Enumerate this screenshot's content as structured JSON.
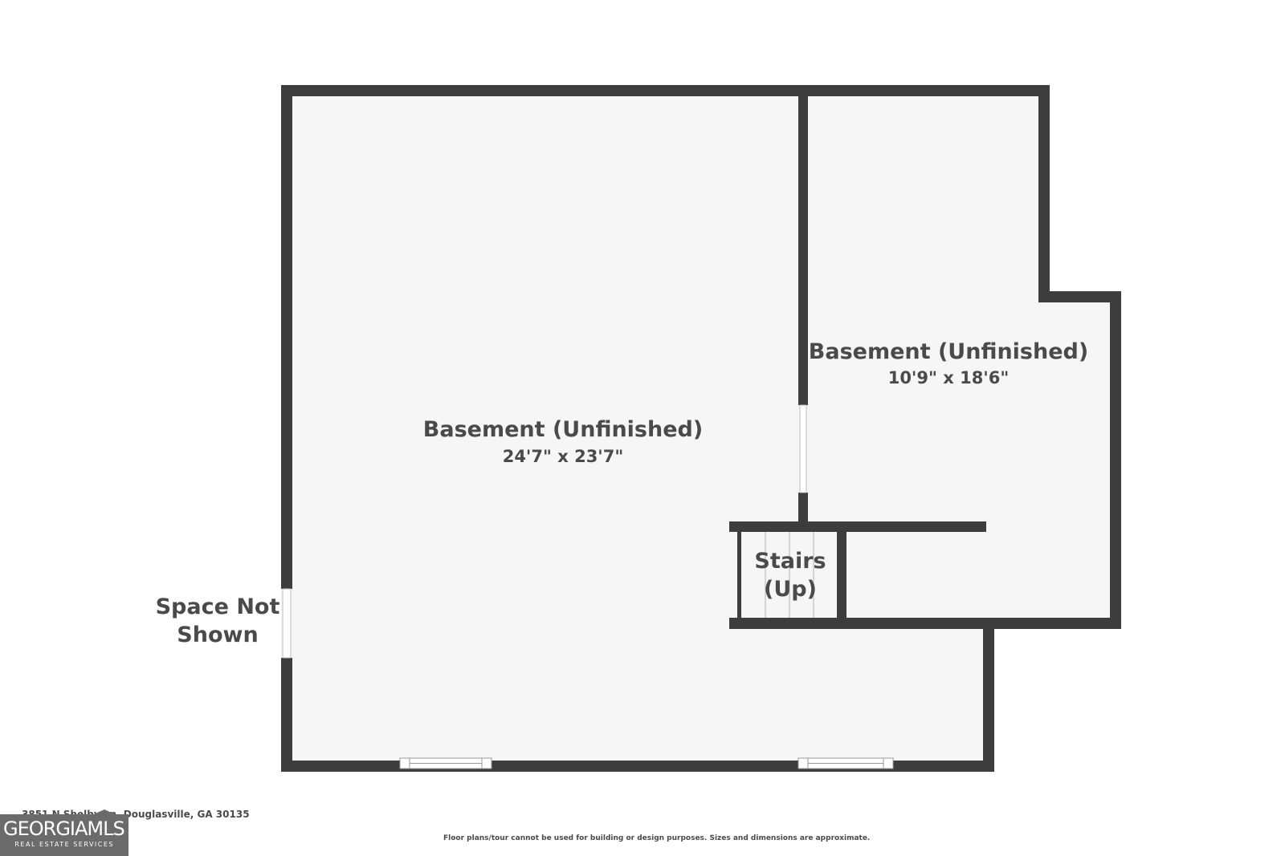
{
  "rooms": [
    {
      "name": "Basement (Unfinished)",
      "dimensions": "24'7\" x 23'7\""
    },
    {
      "name": "Basement (Unfinished)",
      "dimensions": "10'9\" x 18'6\""
    }
  ],
  "stairs": {
    "line1": "Stairs",
    "line2": "(Up)"
  },
  "outside_label": {
    "line1": "Space Not",
    "line2": "Shown"
  },
  "address": "3851 N Shelby Ln, Douglasville, GA 30135",
  "disclaimer": "Floor plans/tour cannot be used for building or design purposes. Sizes and dimensions are approximate.",
  "logo": {
    "main": "GEORGIAMLS",
    "sub": "REAL ESTATE SERVICES"
  },
  "colors": {
    "wall": "#3d3d3d",
    "floor": "#f6f6f6",
    "text": "#4a4a4a",
    "logo_bg": "#6b6b6b"
  }
}
